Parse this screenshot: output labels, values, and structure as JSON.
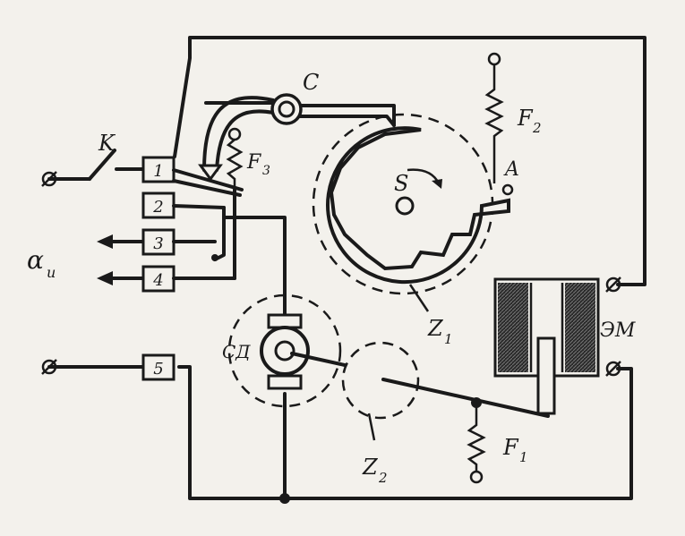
{
  "labels": {
    "switch": "K",
    "cam_contact": "C",
    "spring_f2": "F",
    "spring_f2_sub": "2",
    "spring_f3": "F",
    "spring_f3_sub": "3",
    "spring_f1": "F",
    "spring_f1_sub": "1",
    "point_a": "A",
    "cam_s": "S",
    "gear_z1": "Z",
    "gear_z1_sub": "1",
    "gear_z2": "Z",
    "gear_z2_sub": "2",
    "motor": "СД",
    "electromagnet": "ЭМ",
    "output": "α",
    "output_sub": "u"
  },
  "terminals": [
    "1",
    "2",
    "3",
    "4",
    "5"
  ]
}
